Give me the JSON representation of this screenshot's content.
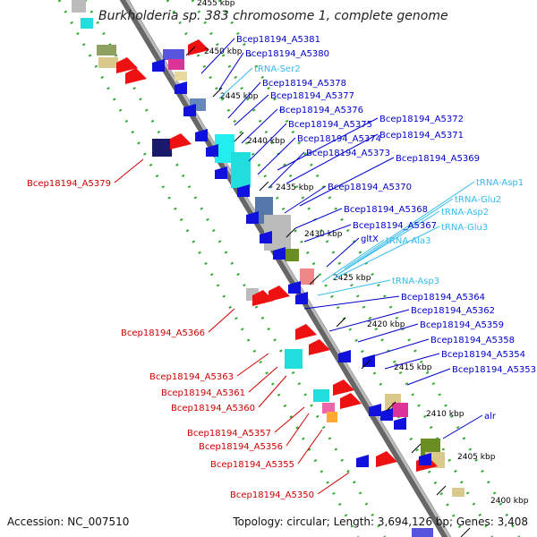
{
  "title": "Burkholderia sp. 383 chromosome 1, complete genome",
  "accession_text": "Accession: NC_007510",
  "summary_text": "Topology: circular; Length: 3,694,126 bp; Genes: 3,408",
  "colors": {
    "right_label": "#0000cc",
    "left_label": "#cc0000",
    "rna_label": "#33bbee",
    "dna_strand": "#999999",
    "dotted_guide": "#33aa33"
  },
  "ticks": [
    {
      "label": "2455 kbp",
      "index": 0
    },
    {
      "label": "2450 kbp",
      "index": 1
    },
    {
      "label": "2445 kbp",
      "index": 2
    },
    {
      "label": "2440 kbp",
      "index": 3
    },
    {
      "label": "2435 kbp",
      "index": 4
    },
    {
      "label": "2430 kbp",
      "index": 5
    },
    {
      "label": "2425 kbp",
      "index": 6
    },
    {
      "label": "2420 kbp",
      "index": 7
    },
    {
      "label": "2415 kbp",
      "index": 8
    },
    {
      "label": "2410 kbp",
      "index": 9
    },
    {
      "label": "2405 kbp",
      "index": 10
    },
    {
      "label": "2400 kbp",
      "index": 11
    }
  ],
  "right_labels": [
    {
      "text": "Bcep18194_A5381",
      "type": "gene"
    },
    {
      "text": "Bcep18194_A5380",
      "type": "gene"
    },
    {
      "text": "tRNA-Ser2",
      "type": "rna"
    },
    {
      "text": "Bcep18194_A5378",
      "type": "gene"
    },
    {
      "text": "Bcep18194_A5377",
      "type": "gene"
    },
    {
      "text": "Bcep18194_A5376",
      "type": "gene"
    },
    {
      "text": "Bcep18194_A5375",
      "type": "gene"
    },
    {
      "text": "Bcep18194_A5372",
      "type": "gene"
    },
    {
      "text": "Bcep18194_A5374",
      "type": "gene"
    },
    {
      "text": "Bcep18194_A5371",
      "type": "gene"
    },
    {
      "text": "Bcep18194_A5373",
      "type": "gene"
    },
    {
      "text": "Bcep18194_A5369",
      "type": "gene"
    },
    {
      "text": "tRNA-Asp1",
      "type": "rna"
    },
    {
      "text": "Bcep18194_A5370",
      "type": "gene"
    },
    {
      "text": "tRNA-Glu2",
      "type": "rna"
    },
    {
      "text": "Bcep18194_A5368",
      "type": "gene"
    },
    {
      "text": "tRNA-Asp2",
      "type": "rna"
    },
    {
      "text": "Bcep18194_A5367",
      "type": "gene"
    },
    {
      "text": "tRNA-Glu3",
      "type": "rna"
    },
    {
      "text": "gltX",
      "type": "gene"
    },
    {
      "text": "tRNA-Ala3",
      "type": "rna"
    },
    {
      "text": "tRNA-Asp3",
      "type": "rna"
    },
    {
      "text": "Bcep18194_A5364",
      "type": "gene"
    },
    {
      "text": "Bcep18194_A5362",
      "type": "gene"
    },
    {
      "text": "Bcep18194_A5359",
      "type": "gene"
    },
    {
      "text": "Bcep18194_A5358",
      "type": "gene"
    },
    {
      "text": "Bcep18194_A5354",
      "type": "gene"
    },
    {
      "text": "Bcep18194_A5353",
      "type": "gene"
    },
    {
      "text": "alr",
      "type": "gene"
    }
  ],
  "left_labels": [
    {
      "text": "Bcep18194_A5379"
    },
    {
      "text": "Bcep18194_A5366"
    },
    {
      "text": "Bcep18194_A5363"
    },
    {
      "text": "Bcep18194_A5361"
    },
    {
      "text": "Bcep18194_A5360"
    },
    {
      "text": "Bcep18194_A5357"
    },
    {
      "text": "Bcep18194_A5356"
    },
    {
      "text": "Bcep18194_A5355"
    },
    {
      "text": "Bcep18194_A5350"
    }
  ]
}
